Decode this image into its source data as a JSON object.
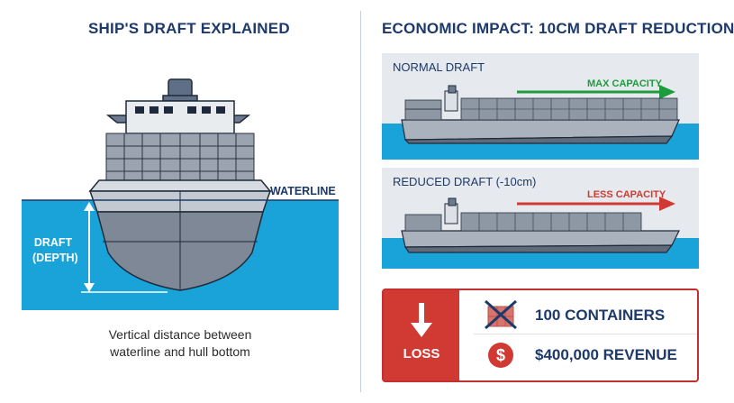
{
  "left": {
    "heading": "SHIP'S DRAFT EXPLAINED",
    "waterline_label": "WATERLINE",
    "draft_label_line1": "DRAFT",
    "draft_label_line2": "(DEPTH)",
    "caption_line1": "Vertical distance between",
    "caption_line2": "waterline and hull bottom"
  },
  "right": {
    "heading": "ECONOMIC IMPACT: 10CM DRAFT REDUCTION",
    "normal_panel": {
      "title": "NORMAL DRAFT",
      "arrow_label": "MAX CAPACITY"
    },
    "reduced_panel": {
      "title": "REDUCED DRAFT (-10cm)",
      "arrow_label": "LESS CAPACITY"
    },
    "loss": {
      "label": "LOSS",
      "containers_text": "100 CONTAINERS",
      "revenue_text": "$400,000 REVENUE",
      "dollar_symbol": "$"
    }
  },
  "colors": {
    "navy": "#1d3a6b",
    "water": "#1aa3d9",
    "green": "#1e9b3c",
    "red": "#d13a32",
    "panel_bg": "#e6e9ed"
  },
  "icons": [
    "arrow-down-icon",
    "container-crossed-icon",
    "dollar-icon",
    "right-arrow-icon"
  ]
}
